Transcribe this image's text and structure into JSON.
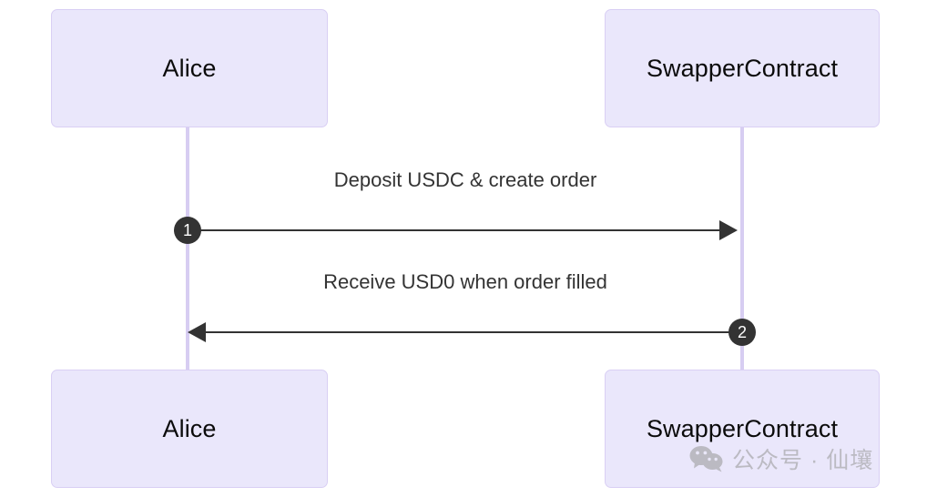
{
  "diagram": {
    "type": "sequence-diagram",
    "colors": {
      "participant_fill": "#eae7fb",
      "participant_border": "#d9cff4",
      "lifeline": "#d7cdf2",
      "arrow": "#333333",
      "badge_fill": "#333333",
      "badge_text": "#ffffff",
      "label_text": "#333333",
      "background": "#ffffff"
    },
    "participants": [
      {
        "id": "alice",
        "label": "Alice"
      },
      {
        "id": "swapper",
        "label": "SwapperContract"
      }
    ],
    "messages": [
      {
        "number": "1",
        "label": "Deposit USDC & create order",
        "from": "alice",
        "to": "swapper",
        "direction": "right"
      },
      {
        "number": "2",
        "label": "Receive USD0 when order filled",
        "from": "swapper",
        "to": "alice",
        "direction": "left"
      }
    ]
  },
  "watermark": {
    "icon": "wechat-icon",
    "text": "公众号 · 仙壤"
  }
}
